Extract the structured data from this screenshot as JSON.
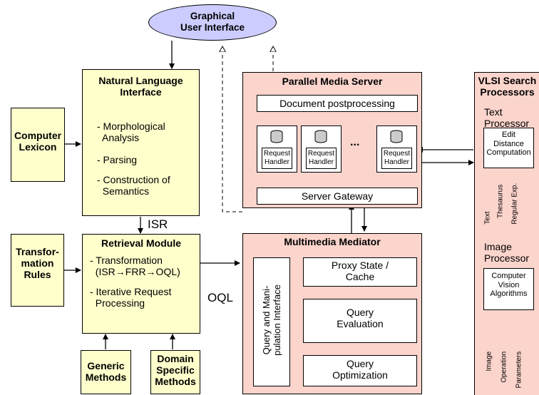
{
  "gui": {
    "title": "Graphical\nUser Interface"
  },
  "nli": {
    "title": "Natural Language\nInterface",
    "items": [
      "- Morphological\n  Analysis",
      "- Parsing",
      "- Construction of\n  Semantics"
    ]
  },
  "lexicon": {
    "title": "Computer\nLexicon"
  },
  "isr_label": "ISR",
  "retrieval": {
    "title": "Retrieval Module",
    "items": [
      "- Transformation\n  (ISR→FRR→OQL)",
      "- Iterative Request\n  Processing"
    ]
  },
  "transformation_rules": {
    "title": "Transfor-\nmation\nRules"
  },
  "generic_methods": {
    "title": "Generic\nMethods"
  },
  "domain_methods": {
    "title": "Domain\nSpecific\nMethods"
  },
  "oql_label": "OQL",
  "pms": {
    "title": "Parallel Media Server",
    "postprocessing": "Document postprocessing",
    "handler": "Request\nHandler",
    "ellipsis": "...",
    "gateway": "Server Gateway"
  },
  "mediator": {
    "title": "Multimedia Mediator",
    "interface": "Query and Mani-\npulation Interface",
    "cache": "Proxy State /\nCache",
    "evaluation": "Query\nEvaluation",
    "optimization": "Query\nOptimization"
  },
  "vlsi": {
    "title": "VLSI Search\nProcessors",
    "text_processor": "Text\nProcessor",
    "edit_distance": "Edit\nDistance\nComputation",
    "text_inputs": [
      "Text",
      "Thesaurus",
      "Regular Exp."
    ],
    "image_processor": "Image\nProcessor",
    "vision": "Computer\nVision\nAlgorithms",
    "image_inputs": [
      "Image",
      "Operation",
      "Parameters"
    ]
  }
}
